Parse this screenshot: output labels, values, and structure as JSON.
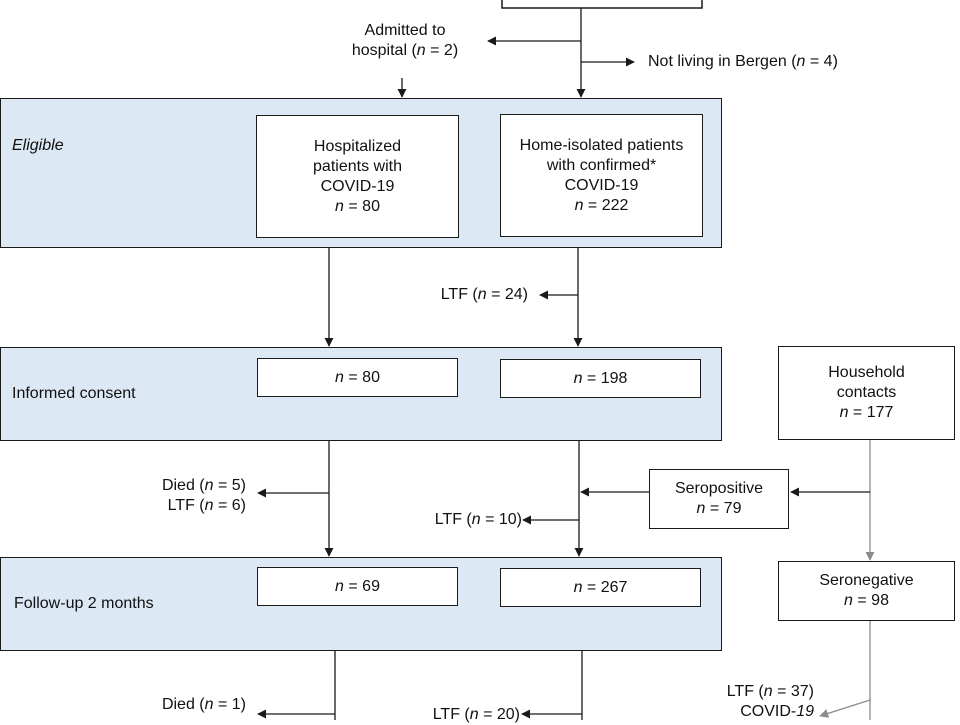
{
  "n_symbol": "n",
  "equals": " = ",
  "stages": {
    "eligible": "Eligible",
    "informed_consent": "Informed consent",
    "followup": "Follow-up 2 months"
  },
  "top": {
    "admitted": {
      "line1": "Admitted to",
      "line2_prefix": "hospital (",
      "count": "2",
      "suffix": ")"
    },
    "not_living": {
      "prefix": "Not living in Bergen (",
      "count": "4",
      "suffix": ")"
    }
  },
  "eligible": {
    "hospitalized": {
      "lines": [
        "Hospitalized",
        "patients with",
        "COVID-19"
      ],
      "count": "80"
    },
    "home_isolated": {
      "lines": [
        "Home-isolated patients",
        "with confirmed*",
        "COVID-19"
      ],
      "count": "222"
    }
  },
  "ltf_home_1": {
    "prefix": "LTF (",
    "count": "24",
    "suffix": ")"
  },
  "consent": {
    "hospitalized_count": "80",
    "home_count": "198"
  },
  "household": {
    "lines": [
      "Household",
      "contacts"
    ],
    "count": "177"
  },
  "seropositive": {
    "label": "Seropositive",
    "count": "79"
  },
  "seronegative": {
    "label": "Seronegative",
    "count": "98"
  },
  "died_ltf_hosp_1": {
    "died": {
      "prefix": "Died (",
      "count": "5",
      "suffix": ")"
    },
    "ltf": {
      "prefix": "LTF (",
      "count": "6",
      "suffix": ")"
    }
  },
  "ltf_home_2": {
    "prefix": "LTF (",
    "count": "10",
    "suffix": ")"
  },
  "followup": {
    "hospitalized_count": "69",
    "home_count": "267"
  },
  "died_hosp_2": {
    "prefix": "Died (",
    "count": "1",
    "suffix": ")"
  },
  "ltf_home_3": {
    "prefix": "LTF (",
    "count": "20",
    "suffix": ")"
  },
  "ltf_household": {
    "prefix": "LTF (",
    "count": "37",
    "suffix": ")",
    "line2_prefix": "COVID-",
    "line2_italic": "19"
  },
  "colors": {
    "band_fill": "#dce8f3",
    "line": "#1a1a1a",
    "grey_line": "#8c8c8c"
  }
}
